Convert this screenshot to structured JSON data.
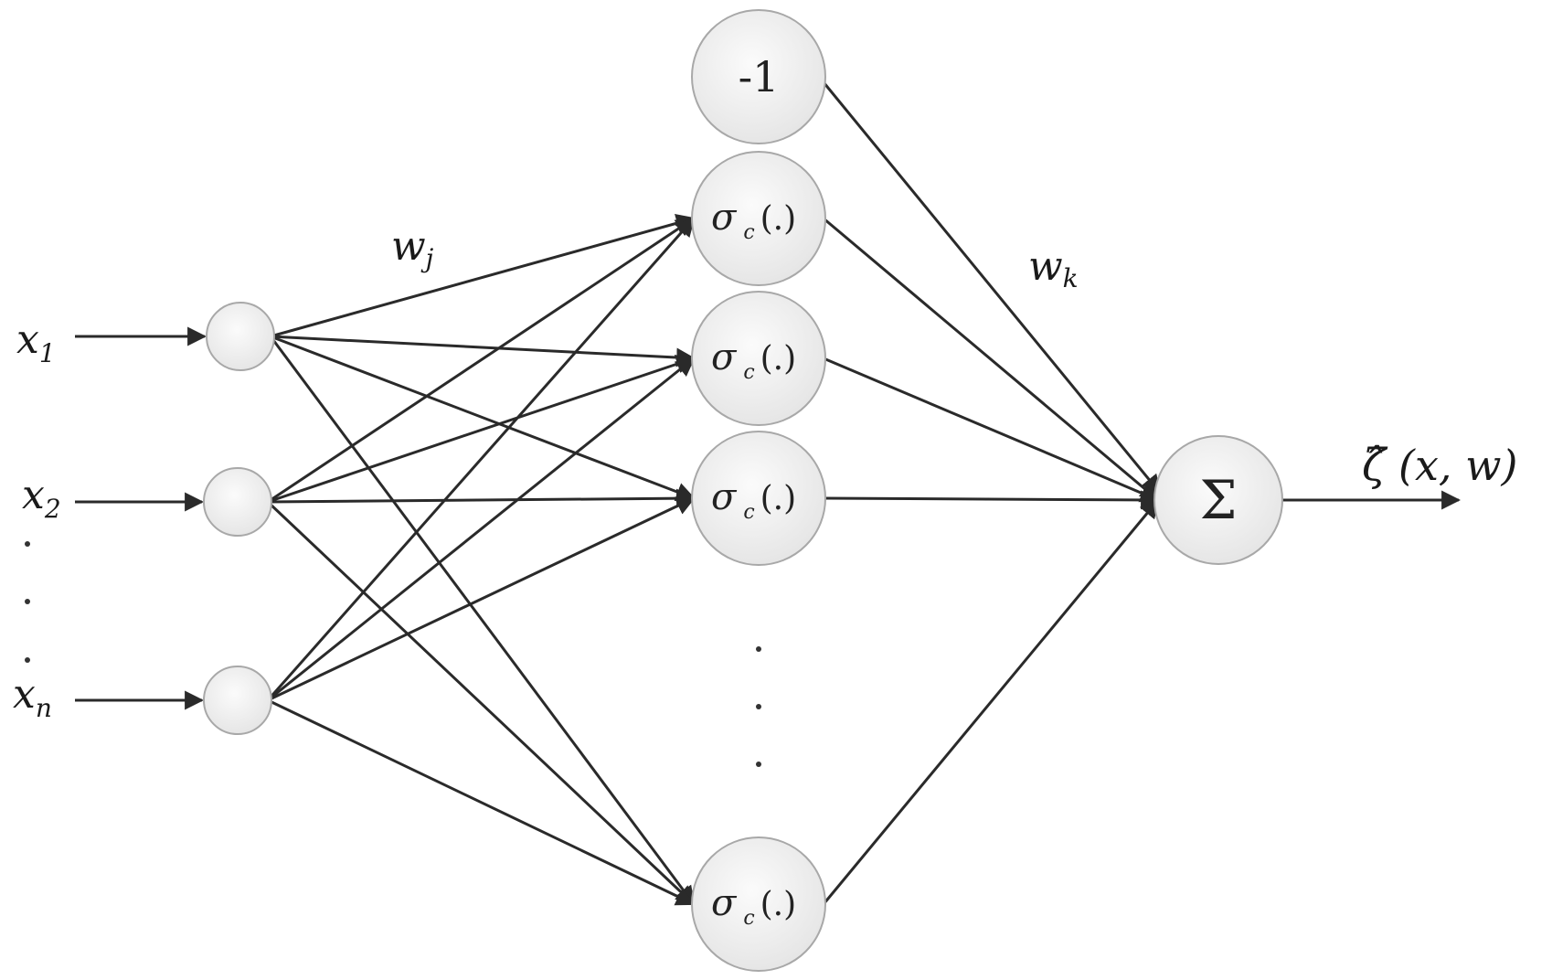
{
  "colors": {
    "edge": "#2a2a2a",
    "node_stroke": "#a8a8a8",
    "node_fill_light": "#fafafa",
    "node_fill_dark": "#e6e6e6",
    "text": "#1a1a1a"
  },
  "inputs": [
    {
      "label": "x",
      "sub": "1"
    },
    {
      "label": "x",
      "sub": "2"
    },
    {
      "label": "x",
      "sub": "n"
    }
  ],
  "bias": {
    "label": "-1"
  },
  "hidden": {
    "sigma": "σ",
    "sub": "c",
    "arg": "(.)",
    "count": 5
  },
  "output": {
    "label": "Σ"
  },
  "weights": {
    "input_label": "w",
    "input_sub": "j",
    "hidden_label": "w",
    "hidden_sub": "k"
  },
  "output_label": {
    "symbol": "ζ̂",
    "args": "(x, w)"
  }
}
